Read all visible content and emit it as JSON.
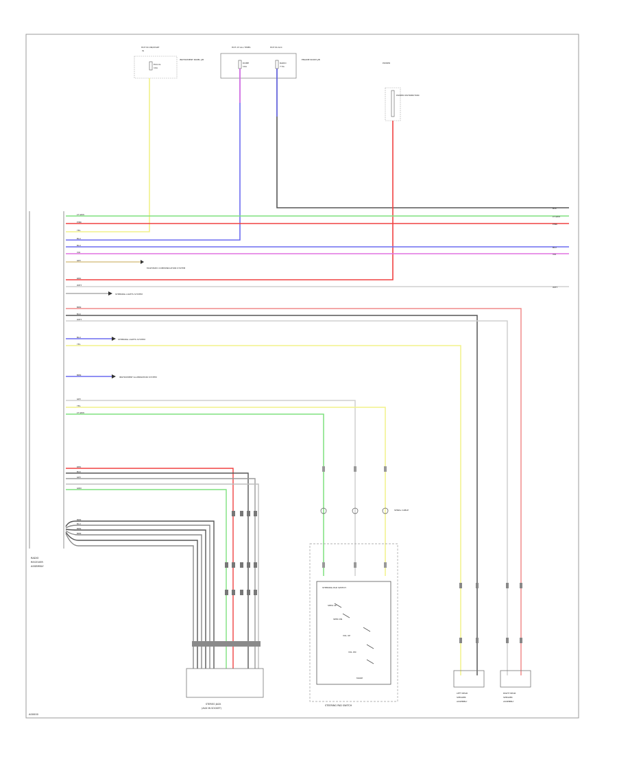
{
  "diagram": {
    "footer_code": "A00000",
    "wires": {
      "yellow": "#f2f28a",
      "red": "#f04040",
      "green": "#7ee07e",
      "blue": "#6a6af0",
      "magenta": "#e070e0",
      "black": "#555555",
      "gray": "#bdbdbd",
      "pink": "#f08a8a",
      "tan": "#d9c48a"
    },
    "fuses": {
      "f1": {
        "box": "HOT IN ON/START",
        "name": "ECU-IG",
        "rating": "10A",
        "note": "INSTRUMENT PANEL J/B"
      },
      "f2": {
        "box": "HOT AT ALL TIMES",
        "name": "DOME",
        "rating": "10A"
      },
      "f3": {
        "box": "HOT IN ACC",
        "name": "RADIO",
        "rating": "7.5A",
        "note": "ENGINE ROOM J/B"
      },
      "f4": {
        "label": "POWER",
        "note": "POWER DISTRIBUTION"
      }
    },
    "left_component": {
      "lines": [
        "RADIO",
        "RECEIVER",
        "ASSEMBLY"
      ],
      "pins": [
        "LT GRN",
        "PINK",
        "YEL",
        "BLU",
        "BLU",
        "VIO",
        "GRY",
        "RED",
        "WHT",
        "BRN",
        "BLK",
        "WHT",
        "BLU",
        "YEL",
        "BRN",
        "GRY",
        "YEL",
        "LT GRN",
        "RED",
        "BLK",
        "GRY",
        "GRN",
        "BRN",
        "BLU",
        "BRN",
        "BRN"
      ]
    },
    "right_edge_labels": [
      "BLK",
      "LT GRN",
      "PINK",
      "BLU",
      "VIO",
      "WHT"
    ],
    "annotations": {
      "multiplex": "MULTIPLEX COMMUNICATION SYSTEM",
      "steering1": "STEERING LIGHTS SYSTEM",
      "steering2": "STEERING LIGHTS SYSTEM",
      "instrument": "INSTRUMENT ILLUMINATION SYSTEM",
      "spiral": "SPIRAL CABLE"
    },
    "bottom_components": {
      "stereo_jack": [
        "STEREO JACK",
        "(AUX IN SOCKET)"
      ],
      "steering_pad": "STEERING PAD SWITCH",
      "switch_box_title": "STEERING PAD SWITCH",
      "left_rear_speaker": [
        "LEFT REAR",
        "SPEAKER",
        "ASSEMBLY"
      ],
      "right_rear_speaker": [
        "RIGHT REAR",
        "SPEAKER",
        "ASSEMBLY"
      ]
    },
    "switch_labels": [
      "SEEK UP",
      "SEEK DN",
      "VOL UP",
      "VOL DN",
      "MODE"
    ]
  }
}
